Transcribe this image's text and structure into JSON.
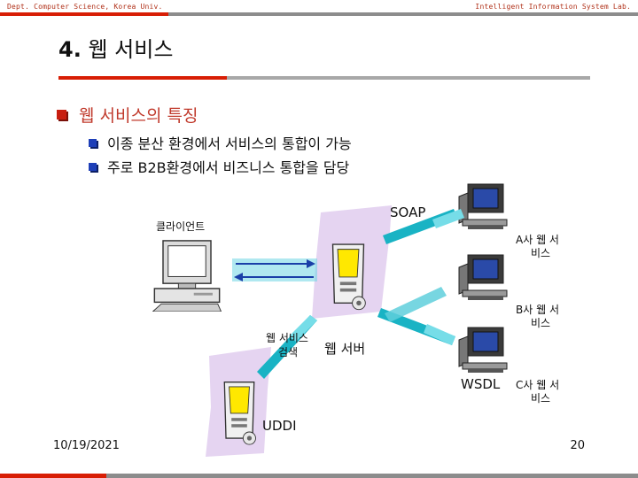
{
  "header": {
    "left": "Dept. Computer Science, Korea Univ.",
    "right": "Intelligent Information System Lab."
  },
  "slide": {
    "title_number": "4.",
    "title_text": "웹 서비스",
    "bullet_main": "웹 서비스의 특징",
    "sub_bullets": [
      "이종 분산 환경에서 서비스의 통합이 가능",
      "주로 B2B환경에서 비즈니스 통합을 담당"
    ]
  },
  "diagram": {
    "client_label": "클라이언트",
    "soap_label": "SOAP",
    "service_a": [
      "A사 웹 서",
      "비스"
    ],
    "service_b": [
      "B사 웹 서",
      "비스"
    ],
    "service_c": [
      "C사 웹 서",
      "비스"
    ],
    "wsdl_label": "WSDL",
    "search_label": [
      "웹 서비스",
      "검색"
    ],
    "web_server_label": "웹 서버",
    "uddi_label": "UDDI"
  },
  "footer": {
    "date": "10/19/2021",
    "page": "20"
  },
  "colors": {
    "accent_red": "#d81e05",
    "bar_gray": "#8c8c8c",
    "arrow_teal": "#19b3c4",
    "bullet_blue": "#1e3fb8"
  }
}
